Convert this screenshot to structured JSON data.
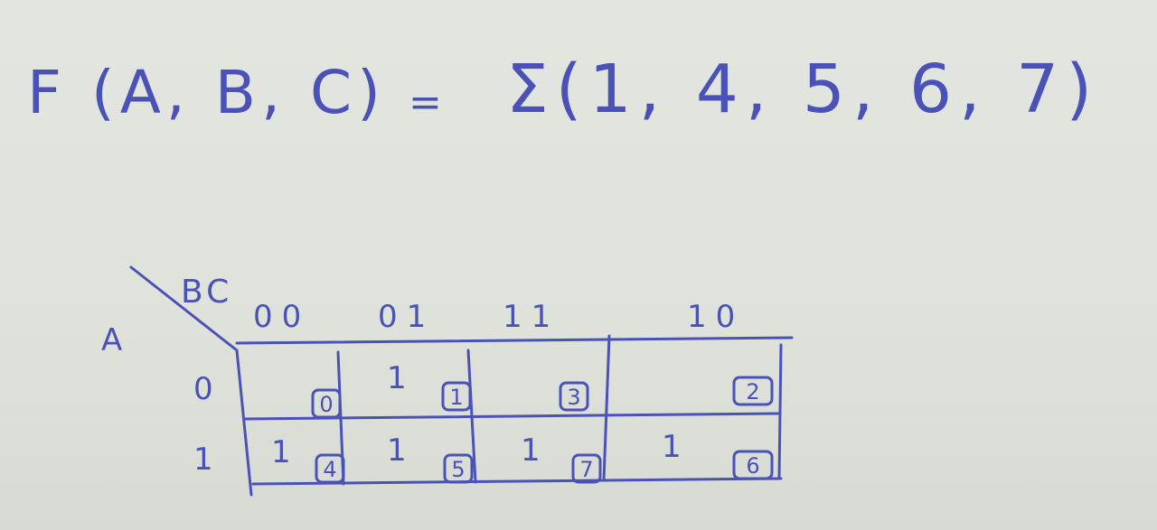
{
  "equation": {
    "lhs": "F (A, B, C)",
    "sign": "=",
    "rhs": "Σ(1, 4, 5, 6, 7)"
  },
  "kmap": {
    "row_var": "A",
    "col_vars": "BC",
    "col_labels": [
      "00",
      "01",
      "11",
      "10"
    ],
    "row_labels": [
      "0",
      "1"
    ],
    "cells": [
      [
        {
          "value": "",
          "index": "0"
        },
        {
          "value": "1",
          "index": "1"
        },
        {
          "value": "",
          "index": "3"
        },
        {
          "value": "",
          "index": "2"
        }
      ],
      [
        {
          "value": "1",
          "index": "4"
        },
        {
          "value": "1",
          "index": "5"
        },
        {
          "value": "1",
          "index": "7"
        },
        {
          "value": "1",
          "index": "6"
        }
      ]
    ]
  }
}
